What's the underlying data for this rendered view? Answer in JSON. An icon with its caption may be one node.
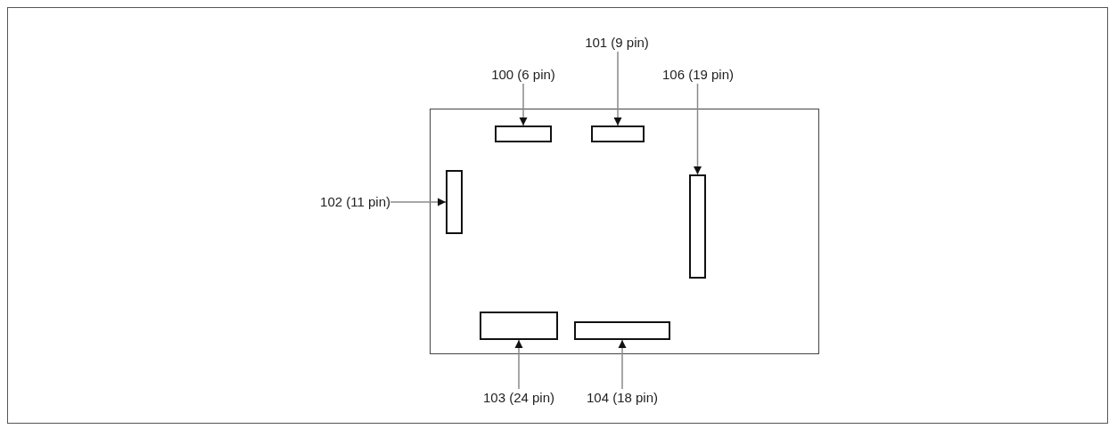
{
  "diagram": {
    "nodes": [
      {
        "text": [
          "101 (9 pin)"
        ]
      },
      {
        "text": [
          "100 (6 pin)"
        ]
      },
      {
        "text": [
          "106 (19 pin)"
        ]
      },
      {
        "text": [],
        "shape": "box"
      },
      {
        "text": [],
        "shape": "box",
        "in": 3
      },
      {
        "text": [],
        "shape": "box",
        "in": 3
      },
      {
        "text": [],
        "shape": "box",
        "in": 3
      },
      {
        "text": [],
        "shape": "box",
        "in": 3
      },
      {
        "text": [
          "102 (11 pin)"
        ]
      },
      {
        "text": [],
        "shape": "box",
        "in": 3
      },
      {
        "text": [],
        "shape": "box",
        "in": 3
      },
      {
        "text": [
          "103 (24 pin)"
        ]
      },
      {
        "text": [
          "104 (18 pin)"
        ]
      }
    ],
    "edges": [
      {
        "from": 1,
        "to": 4,
        "arrow": "to"
      },
      {
        "from": 0,
        "to": 5,
        "arrow": "to"
      },
      {
        "from": 2,
        "to": 6,
        "arrow": "to"
      },
      {
        "from": 8,
        "to": 7,
        "arrow": "to"
      },
      {
        "from": 11,
        "to": 9,
        "arrow": "to"
      },
      {
        "from": 12,
        "to": 10,
        "arrow": "to"
      }
    ]
  }
}
